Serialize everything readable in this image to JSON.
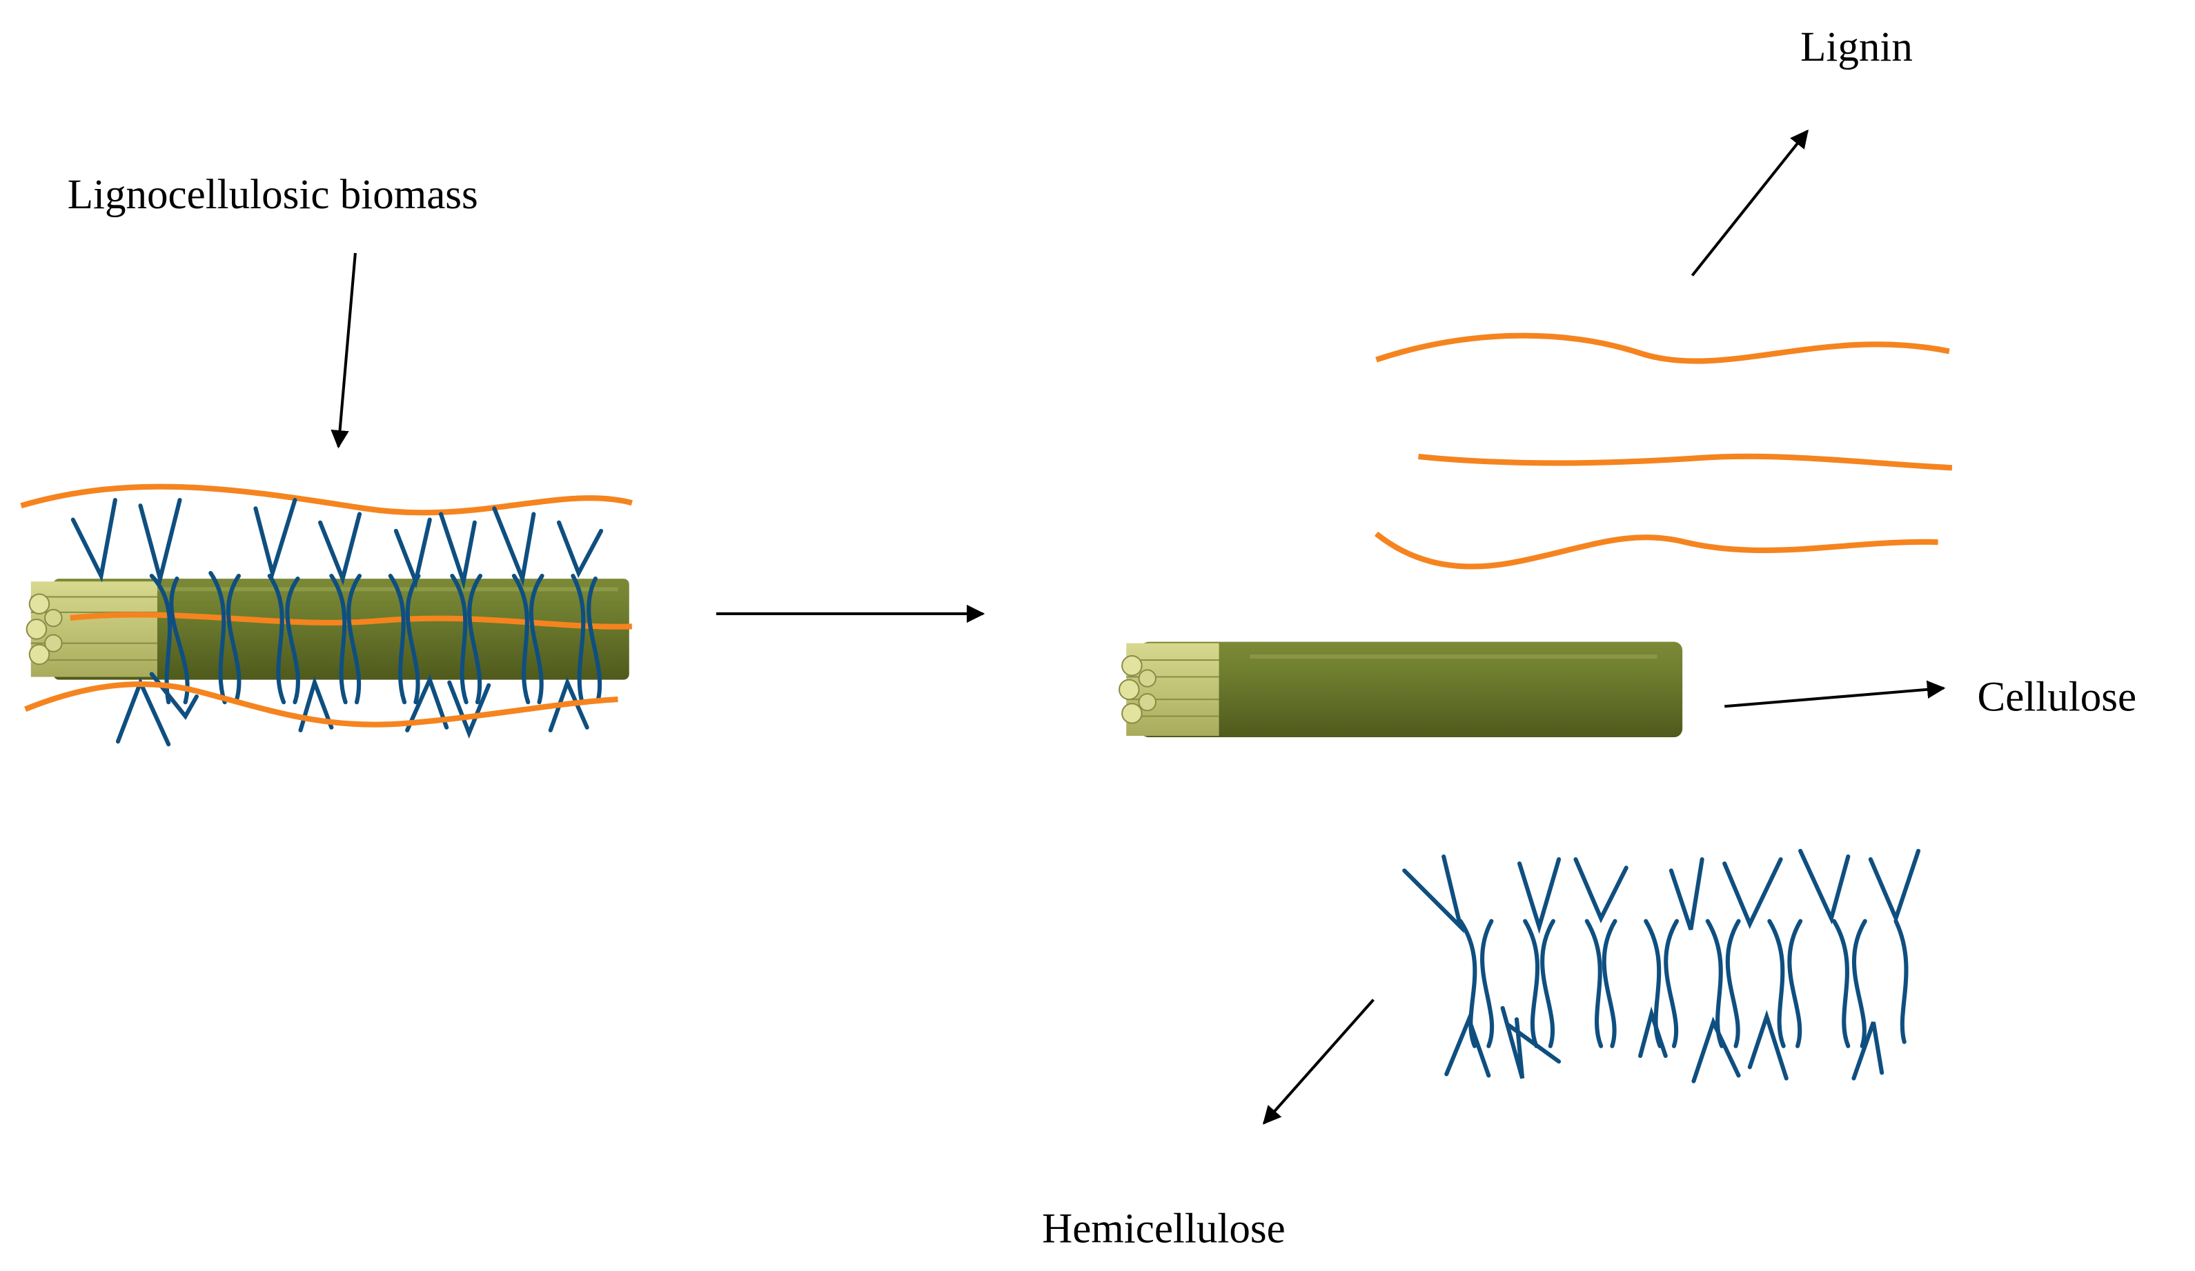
{
  "labels": {
    "biomass": "Lignocellulosic biomass",
    "lignin": "Lignin",
    "cellulose": "Cellulose",
    "hemicellulose": "Hemicellulose"
  },
  "colors": {
    "lignin": "#f5841f",
    "hemicellulose": "#0f4f80",
    "cellulose_body": "#66742a",
    "cellulose_end": "#c2c47a",
    "arrow": "#000000"
  }
}
